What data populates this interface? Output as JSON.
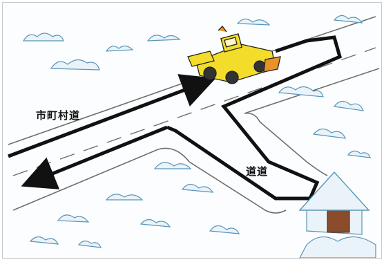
{
  "labels": {
    "municipal_road": "市町村道",
    "private_road": "道道"
  },
  "colors": {
    "road_line": "#6e6e6e",
    "route_arrow": "#111111",
    "snow_outline": "#5a94b6",
    "snow_fill": "#e9f3f9",
    "plow_yellow": "#f3dd2a",
    "plow_orange": "#e8922a",
    "house_brown": "#8a4c2a"
  },
  "icons": {
    "vehicle": "snowplow-grader",
    "building": "snow-covered-house"
  }
}
